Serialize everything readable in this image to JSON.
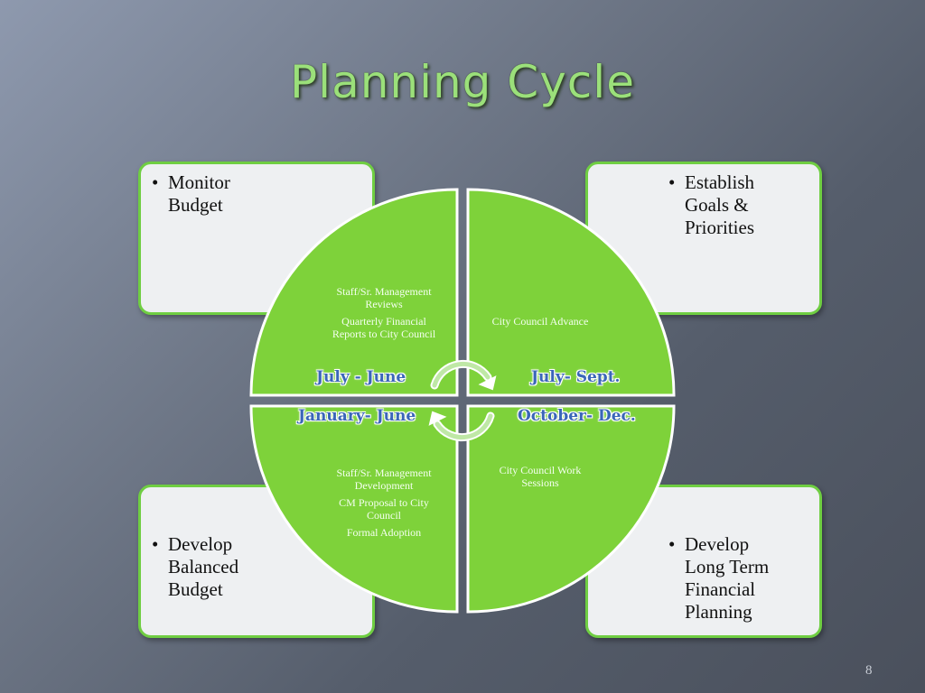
{
  "title": "Planning Cycle",
  "boxes": {
    "top_left": [
      "Monitor",
      "Budget"
    ],
    "top_right": [
      "Establish",
      "Goals &",
      "Priorities"
    ],
    "bottom_left": [
      "Develop",
      "Balanced",
      "Budget"
    ],
    "bottom_right": [
      "Develop",
      "Long Term",
      "Financial",
      "Planning"
    ]
  },
  "quadrants": {
    "top_left": {
      "notes": [
        [
          "Staff/Sr. Management",
          "Reviews"
        ],
        [
          "Quarterly Financial",
          "Reports to City Council"
        ]
      ],
      "period": "July - June"
    },
    "top_right": {
      "notes": [
        [
          "City Council Advance"
        ]
      ],
      "period": "July- Sept."
    },
    "bottom_left": {
      "notes": [
        [
          "Staff/Sr. Management",
          "Development"
        ],
        [
          "CM Proposal to City",
          "Council"
        ],
        [
          "Formal Adoption"
        ]
      ],
      "period": "January- June"
    },
    "bottom_right": {
      "notes": [
        [
          "City Council Work",
          "Sessions"
        ]
      ],
      "period": "October- Dec."
    }
  },
  "colors": {
    "quadrant_fill": "#7ed23a",
    "box_border": "#6fce42",
    "title": "#9be07a",
    "period_text": "#3a66b8"
  },
  "icons": [
    "circular-arrows-icon"
  ],
  "page_number": "8"
}
